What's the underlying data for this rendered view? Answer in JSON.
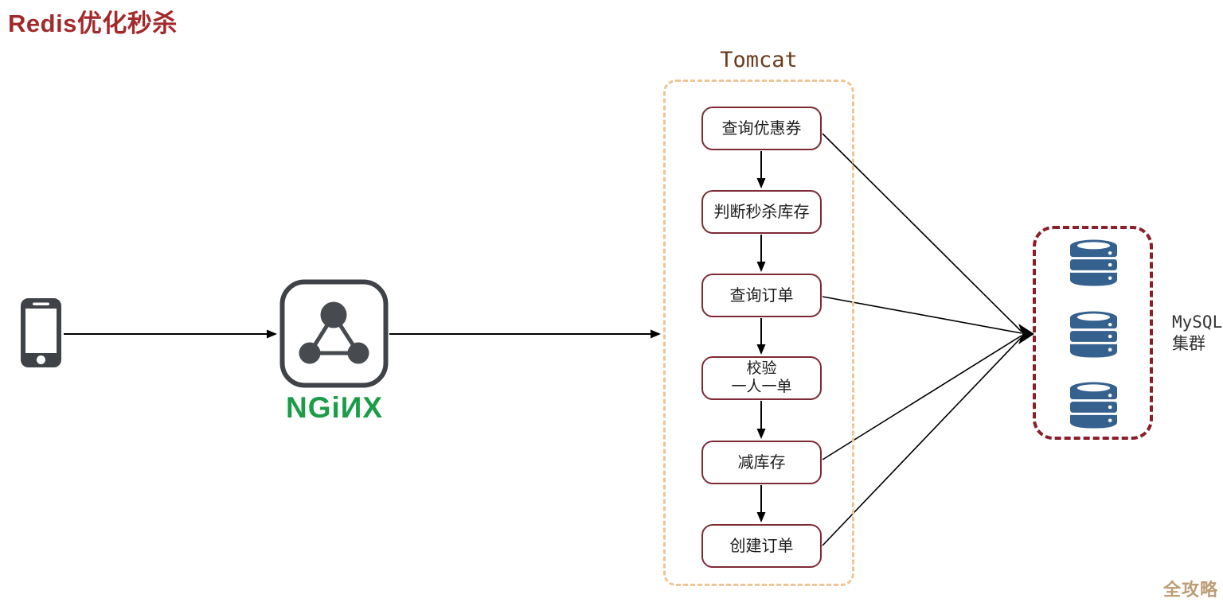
{
  "title": "Redis优化秒杀",
  "nginx": {
    "wordmark": "NGiИX"
  },
  "tomcat": {
    "label": "Tomcat",
    "steps": [
      {
        "label": "查询优惠券"
      },
      {
        "label": "判断秒杀库存"
      },
      {
        "label": "查询订单"
      },
      {
        "label": "校验\n一人一单"
      },
      {
        "label": "减库存"
      },
      {
        "label": "创建订单"
      }
    ]
  },
  "mysql": {
    "label": "MySQL\n集群"
  },
  "watermark": "全攻略",
  "icons": {
    "client": "smartphone-icon",
    "gateway": "nginx-triangle-icon",
    "storage": "database-cylinder-icon"
  },
  "colors": {
    "title_color": "#A3292B",
    "step_border": "#7E2A35",
    "tomcat_border": "#F0C495",
    "tomcat_label": "#6B3B1B",
    "mysql_border": "#8B1E28",
    "database_blue": "#35618E",
    "nginx_green": "#1B9C47",
    "device_gray": "#3F4347",
    "watermark_color": "#BC9C74"
  }
}
